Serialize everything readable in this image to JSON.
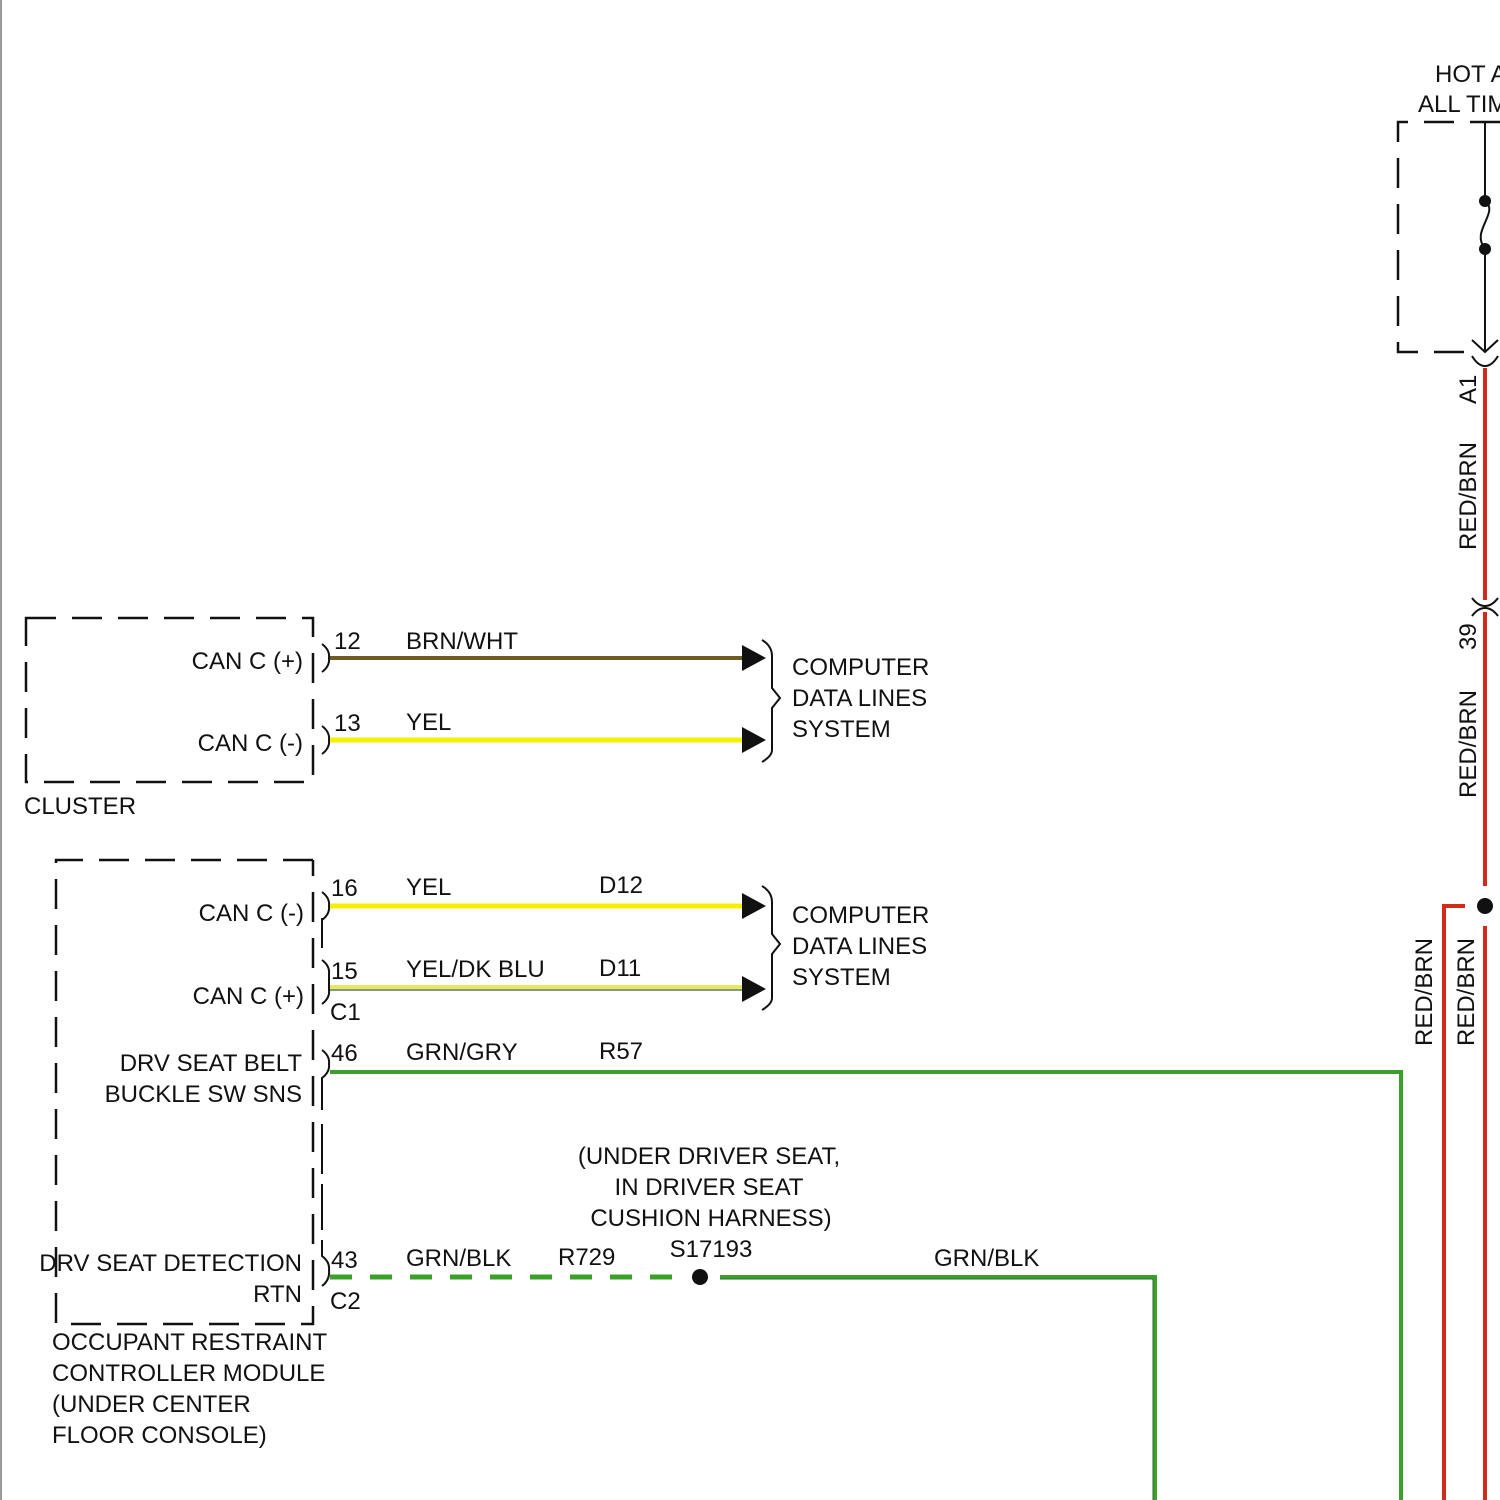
{
  "colors": {
    "brn_wht": "#6e5d23",
    "yel": "#f5f000",
    "yel_dk_blu": "#e8e860",
    "grn": "#3aa02a",
    "red_brn": "#d42a1a",
    "outline": "#111111"
  },
  "hot_label": [
    "HOT A",
    "ALL TIM"
  ],
  "fuse_connector": {
    "pin": "A1",
    "wire": "RED/BRN"
  },
  "inline_connector": {
    "pin": "39",
    "wire": "RED/BRN"
  },
  "splice_branch_wires": [
    "RED/BRN",
    "RED/BRN"
  ],
  "cluster": {
    "name": "CLUSTER",
    "pins": [
      {
        "label": "CAN C (+)",
        "pin": "12",
        "wire": "BRN/WHT"
      },
      {
        "label": "CAN C (-)",
        "pin": "13",
        "wire": "YEL"
      }
    ],
    "destination": [
      "COMPUTER",
      "DATA LINES",
      "SYSTEM"
    ]
  },
  "orc": {
    "name": [
      "OCCUPANT RESTRAINT",
      "CONTROLLER MODULE",
      "(UNDER CENTER",
      "FLOOR CONSOLE)"
    ],
    "can_pins": [
      {
        "label": "CAN C (-)",
        "pin": "16",
        "wire": "YEL",
        "circuit": "D12"
      },
      {
        "label": "CAN C (+)",
        "pin": "15",
        "wire": "YEL/DK BLU",
        "circuit": "D11"
      }
    ],
    "connector_c1": "C1",
    "destination": [
      "COMPUTER",
      "DATA LINES",
      "SYSTEM"
    ],
    "belt_pin": {
      "label": [
        "DRV SEAT BELT",
        "BUCKLE SW SNS"
      ],
      "pin": "46",
      "wire": "GRN/GRY",
      "circuit": "R57"
    },
    "detect_pin": {
      "label": [
        "DRV SEAT DETECTION",
        "RTN"
      ],
      "pin": "43",
      "wire": "GRN/BLK",
      "circuit": "R729",
      "connector": "C2"
    }
  },
  "splice": {
    "id": "S17193",
    "note": [
      "(UNDER DRIVER SEAT,",
      "IN DRIVER SEAT",
      "CUSHION HARNESS)"
    ],
    "wire_out": "GRN/BLK"
  }
}
